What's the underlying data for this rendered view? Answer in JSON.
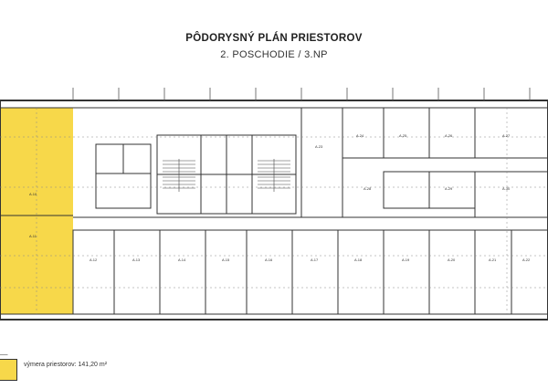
{
  "header": {
    "title": "PÔDORYSNÝ PLÁN PRIESTOROV",
    "subtitle": "2. POSCHODIE / 3.NP"
  },
  "legend": {
    "text": "výmera priestorov: 141,20 m²",
    "swatch_color": "#f7d84a"
  },
  "plan": {
    "highlight_color": "#f7d84a",
    "line_color": "#3a3a3a",
    "room_labels": [
      "A.10",
      "A.11",
      "A.12",
      "A.13",
      "A.14",
      "A.15",
      "A.16",
      "A.17",
      "A.18",
      "A.19",
      "A.20",
      "A.21",
      "A.22",
      "A.23",
      "A.24",
      "A.25",
      "A.26",
      "A.27",
      "A.28",
      "A.29",
      "A.30"
    ]
  }
}
